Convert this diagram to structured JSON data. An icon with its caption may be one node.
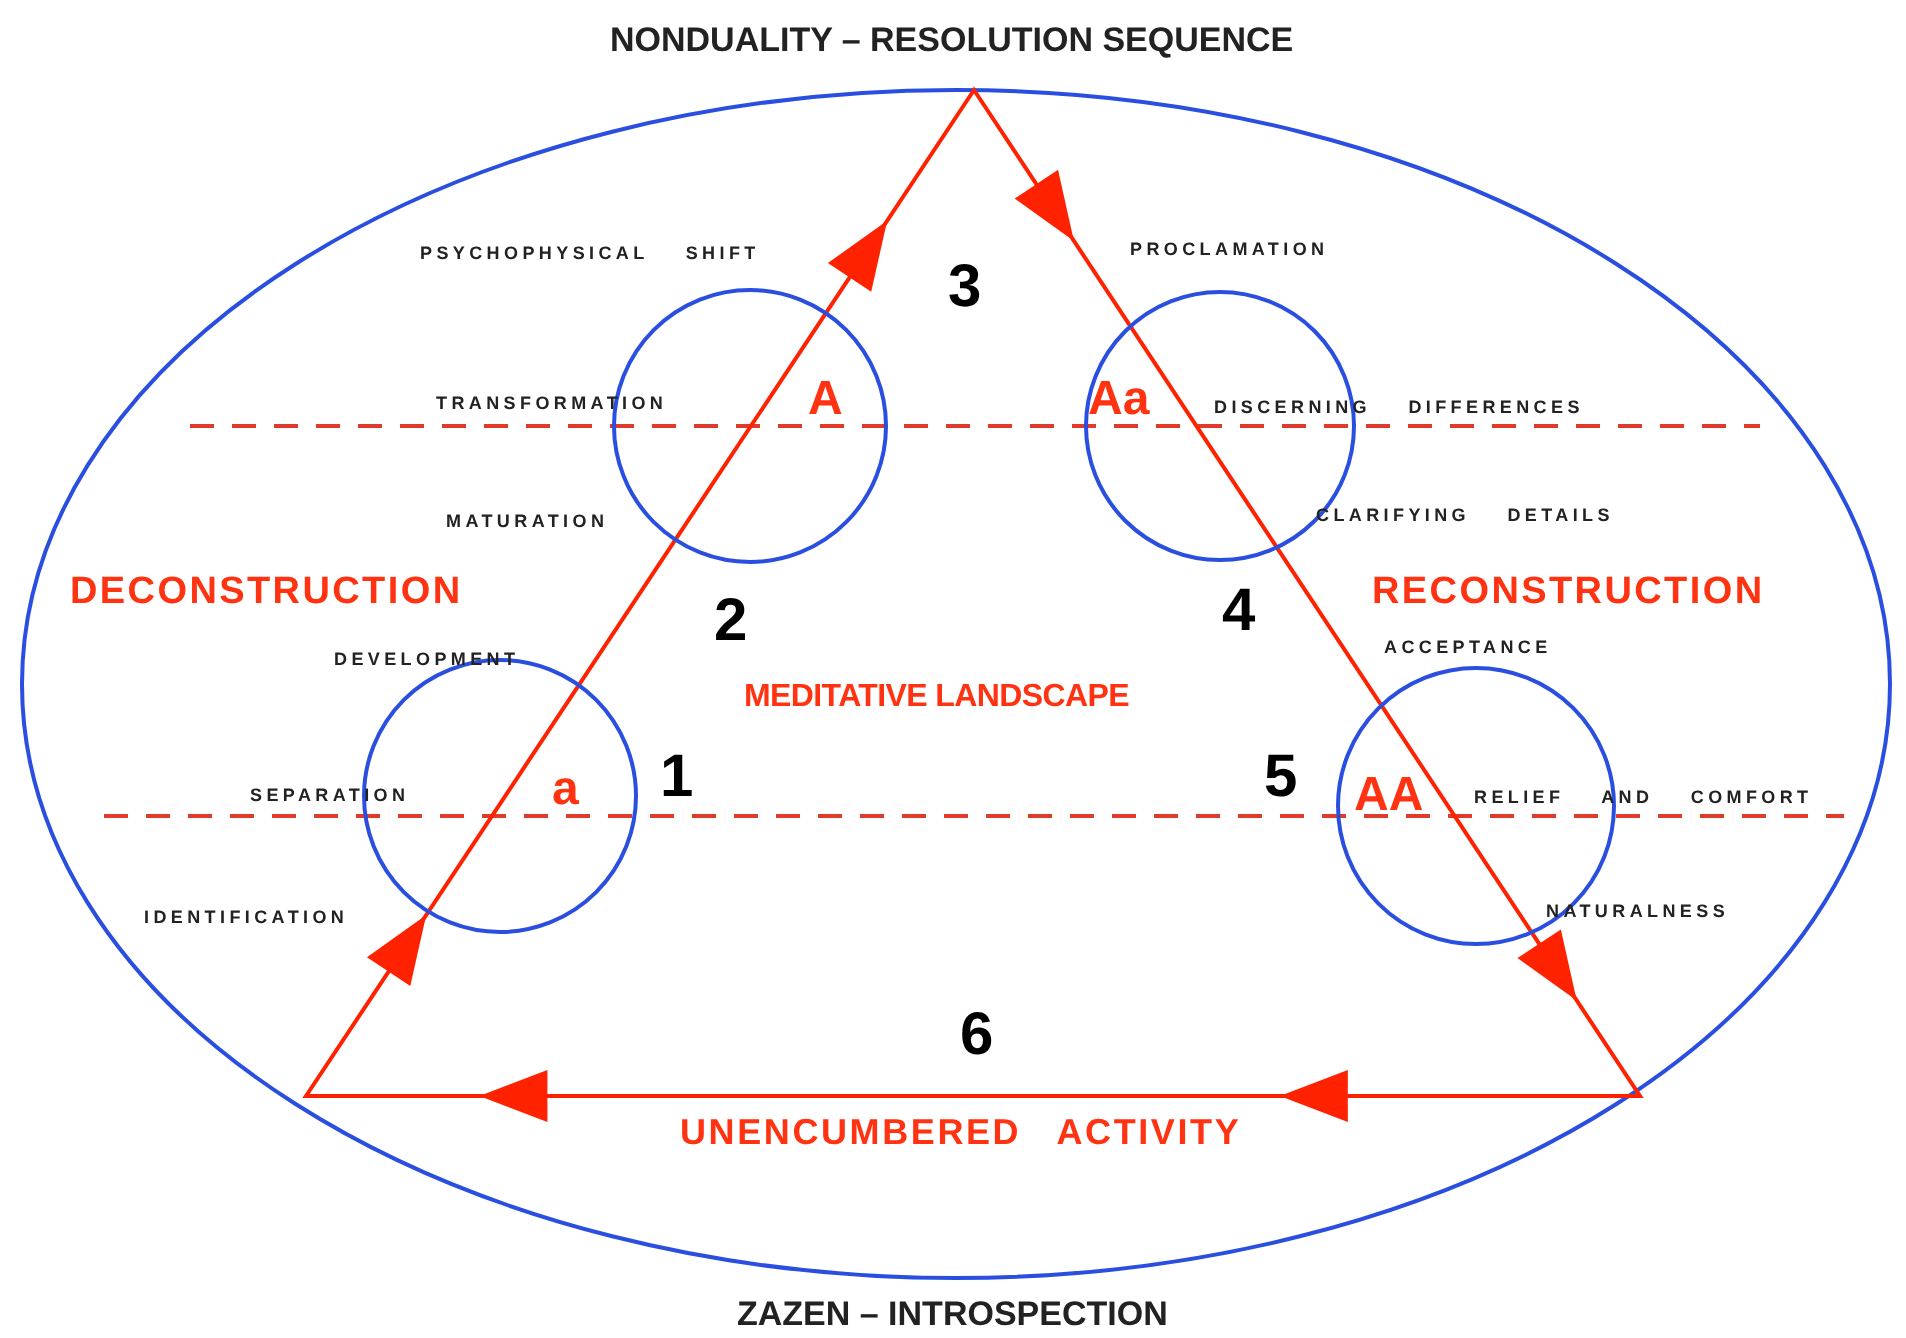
{
  "diagram": {
    "title": "NONDUALITY – RESOLUTION SEQUENCE",
    "caption": "ZAZEN – INTROSPECTION",
    "nodes": [
      {
        "text": [
          "A"
        ]
      },
      {
        "text": [
          "Aa"
        ]
      },
      {
        "text": [
          "a"
        ]
      },
      {
        "text": [
          "AA"
        ]
      }
    ],
    "labels": [
      "PSYCHOPHYSICAL SHIFT",
      "3",
      "PROCLAMATION",
      "TRANSFORMATION",
      "DISCERNING DIFFERENCES",
      "MATURATION",
      "CLARIFYING DETAILS",
      "DECONSTRUCTION",
      "2",
      "4",
      "RECONSTRUCTION",
      "DEVELOPMENT",
      "ACCEPTANCE",
      "MEDITATIVE LANDSCAPE",
      "SEPARATION",
      "1",
      "5",
      "RELIEF AND COMFORT",
      "IDENTIFICATION",
      "NATURALNESS",
      "6",
      "UNENCUMBERED ACTIVITY"
    ]
  }
}
